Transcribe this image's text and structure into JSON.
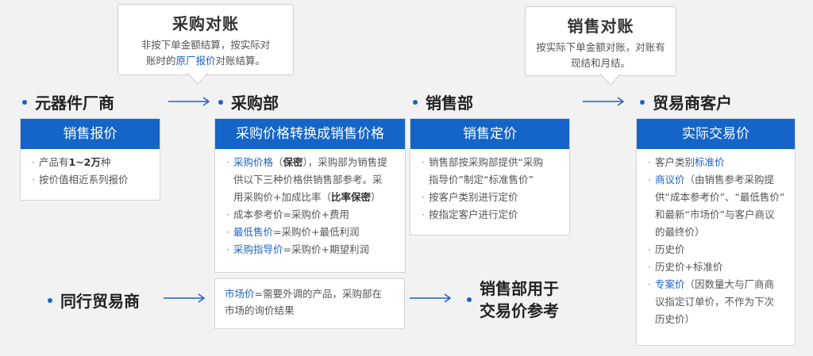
{
  "colors": {
    "accent": "#1d63c4",
    "header": "#1565c8",
    "background": "#f2f2f2"
  },
  "bubble_purchase": {
    "title": "采购对账",
    "line1": "非按下单金额结算，按实际对",
    "line2_pre": "账时的",
    "line2_hl": "原厂报价",
    "line2_post": "对账结算。"
  },
  "bubble_sales": {
    "title": "销售对账",
    "line1": "按实际下单金额对账，对账有",
    "line2": "现结和月结。"
  },
  "entities": {
    "manufacturer": "元器件厂商",
    "purchasing": "采购部",
    "sales": "销售部",
    "trade_customer": "贸易商客户",
    "peer_trader": "同行贸易商",
    "sales_ref_line1": "销售部用于",
    "sales_ref_line2": "交易价参考"
  },
  "card_manufacturer": {
    "header": "销售报价",
    "i1_pre": "产品有",
    "i1_strong": "1~2万",
    "i1_post": "种",
    "i2": "按价值相近系列报价"
  },
  "card_purchasing": {
    "header": "采购价格转换成销售价格",
    "i1_hl": "采购价格",
    "i1_a": "（",
    "i1_strong": "保密",
    "i1_b": "），采购部为销售提",
    "i1_c": "供以下三种价格供销售部参考。采",
    "i1_d_pre": "用采购价+加成比率（",
    "i1_d_strong": "比率保密",
    "i1_d_post": "）",
    "i2": "成本参考价=采购价+费用",
    "i3_hl": "最低售价",
    "i3_post": "=采购价+最低利润",
    "i4_hl": "采购指导价",
    "i4_post": "=采购价+期望利润"
  },
  "card_sales": {
    "header": "销售定价",
    "i1_a": "销售部按采购部提供“采购",
    "i1_b": "指导价”制定“标准售价”",
    "i2": "按客户类别进行定价",
    "i3": "按指定客户进行定价"
  },
  "card_customer": {
    "header": "实际交易价",
    "i1_pre": "客户类别",
    "i1_hl": "标准价",
    "i2_hl": "商议价",
    "i2_post": "（由销售参考采购提",
    "i2_b": "供“成本参考价”、“最低售价”",
    "i2_c": "和最新“市场价”与客户商议",
    "i2_d": "的最终价）",
    "i3": "历史价",
    "i4": "历史价+标准价",
    "i5_hl": "专案价",
    "i5_post": "（因数量大与厂商商",
    "i5_b": "议指定订单价，不作为下次",
    "i5_c": "历史价）"
  },
  "market_box": {
    "hl": "市场价",
    "line1_post": "=需要外调的产品，采购部在",
    "line2": "市场的询价结果"
  }
}
